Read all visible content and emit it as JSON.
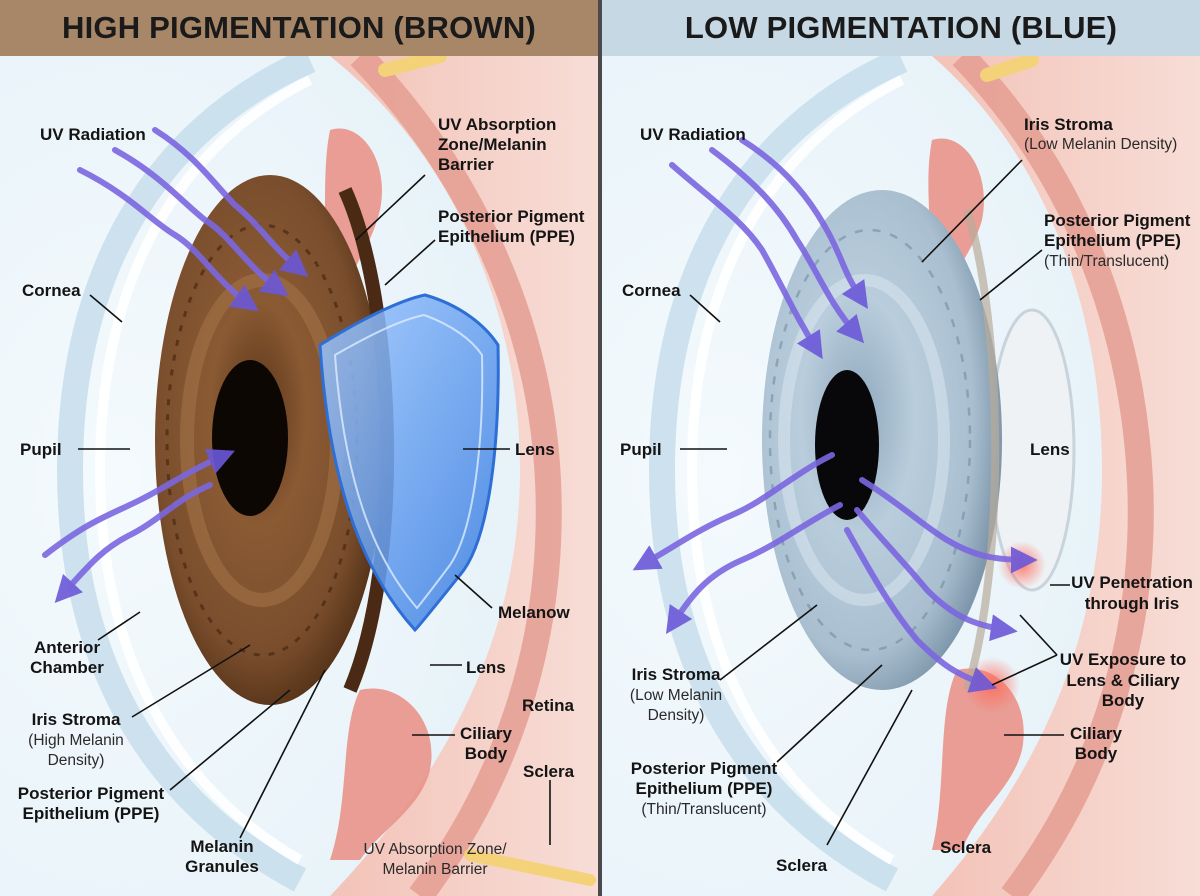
{
  "left": {
    "title": "HIGH PIGMENTATION (BROWN)",
    "header_color": "#a88769",
    "iris_color": "#7a4e2d",
    "labels": {
      "uv_radiation": "UV Radiation",
      "uv_absorption_1": "UV Absorption",
      "uv_absorption_2": "Zone/Melanin",
      "uv_absorption_3": "Barrier",
      "ppe_top_1": "Posterior Pigment",
      "ppe_top_2": "Epithelium (PPE)",
      "cornea": "Cornea",
      "pupil": "Pupil",
      "lens_1": "Lens",
      "melanow": "Melanow",
      "lens_2": "Lens",
      "anterior_1": "Anterior",
      "anterior_2": "Chamber",
      "retina": "Retina",
      "iris_stroma": "Iris Stroma",
      "iris_stroma_sub_1": "(High Melanin",
      "iris_stroma_sub_2": "Density)",
      "ciliary_1": "Ciliary",
      "ciliary_2": "Body",
      "sclera": "Sclera",
      "ppe_bottom_1": "Posterior Pigment",
      "ppe_bottom_2": "Epithelium (PPE)",
      "melanin_1": "Melanin",
      "melanin_2": "Granules",
      "uv_zone_bottom_1": "UV Absorption Zone/",
      "uv_zone_bottom_2": "Melanin Barrier"
    }
  },
  "right": {
    "title": "LOW PIGMENTATION (BLUE)",
    "header_color": "#c5d8e4",
    "iris_color": "#a9bfd0",
    "labels": {
      "uv_radiation": "UV Radiation",
      "iris_stroma_top": "Iris Stroma",
      "iris_stroma_top_sub": "(Low Melanin Density)",
      "ppe_top_1": "Posterior Pigment",
      "ppe_top_2": "Epithelium (PPE)",
      "ppe_top_sub": "(Thin/Translucent)",
      "cornea": "Cornea",
      "pupil": "Pupil",
      "lens": "Lens",
      "uv_penetration_1": "UV Penetration",
      "uv_penetration_2": "through Iris",
      "uv_exposure_1": "UV Exposure to",
      "uv_exposure_2": "Lens & Ciliary",
      "uv_exposure_3": "Body",
      "iris_stroma": "Iris Stroma",
      "iris_stroma_sub_1": "(Low Melanin",
      "iris_stroma_sub_2": "Density)",
      "ciliary_1": "Ciliary",
      "ciliary_2": "Body",
      "ppe_bottom_1": "Posterior Pigment",
      "ppe_bottom_2": "Epithelium (PPE)",
      "ppe_bottom_sub": "(Thin/Translucent)",
      "sclera_1": "Sclera",
      "sclera_2": "Sclera"
    }
  },
  "colors": {
    "uv_arrow": "#7b67e0",
    "tissue": "#e8a8a0",
    "shield": "#4f8fe6"
  }
}
